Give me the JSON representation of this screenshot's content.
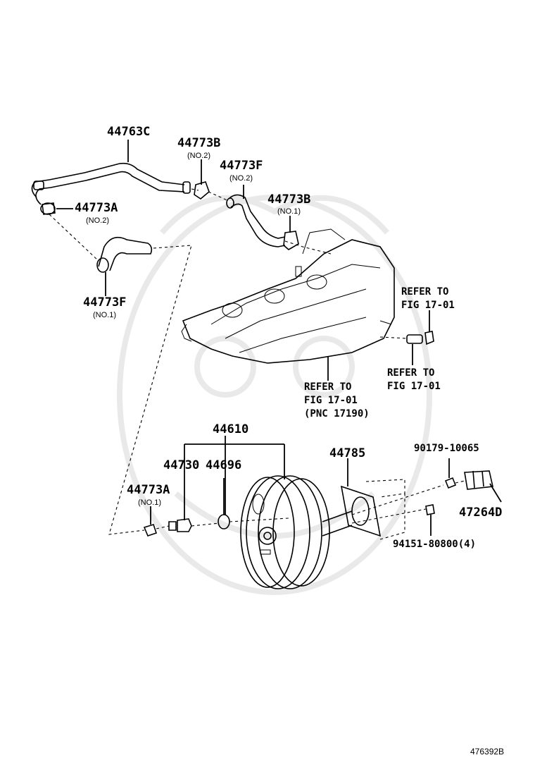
{
  "diagram": {
    "labels": {
      "p44763C": "44763C",
      "p44773B_top": "44773B",
      "p44773B_top_note": "(NO.2)",
      "p44773F_top": "44773F",
      "p44773F_top_note": "(NO.2)",
      "p44773A_top": "44773A",
      "p44773A_top_note": "(NO.2)",
      "p44773B_mid": "44773B",
      "p44773B_mid_note": "(NO.1)",
      "p44773F_low": "44773F",
      "p44773F_low_note": "(NO.1)",
      "refer1_a": "REFER TO",
      "refer1_b": "FIG 17-01",
      "refer2_a": "REFER TO",
      "refer2_b": "FIG 17-01",
      "refer3_a": "REFER TO",
      "refer3_b": "FIG 17-01",
      "refer3_c": "(PNC 17190)",
      "p44610": "44610",
      "p44730": "44730",
      "p44696": "44696",
      "p44785": "44785",
      "p90179": "90179-10065",
      "p44773A_low": "44773A",
      "p44773A_low_note": "(NO.1)",
      "p47264D": "47264D",
      "p94151": "94151-80800(4)"
    },
    "footer_id": "476392B"
  }
}
